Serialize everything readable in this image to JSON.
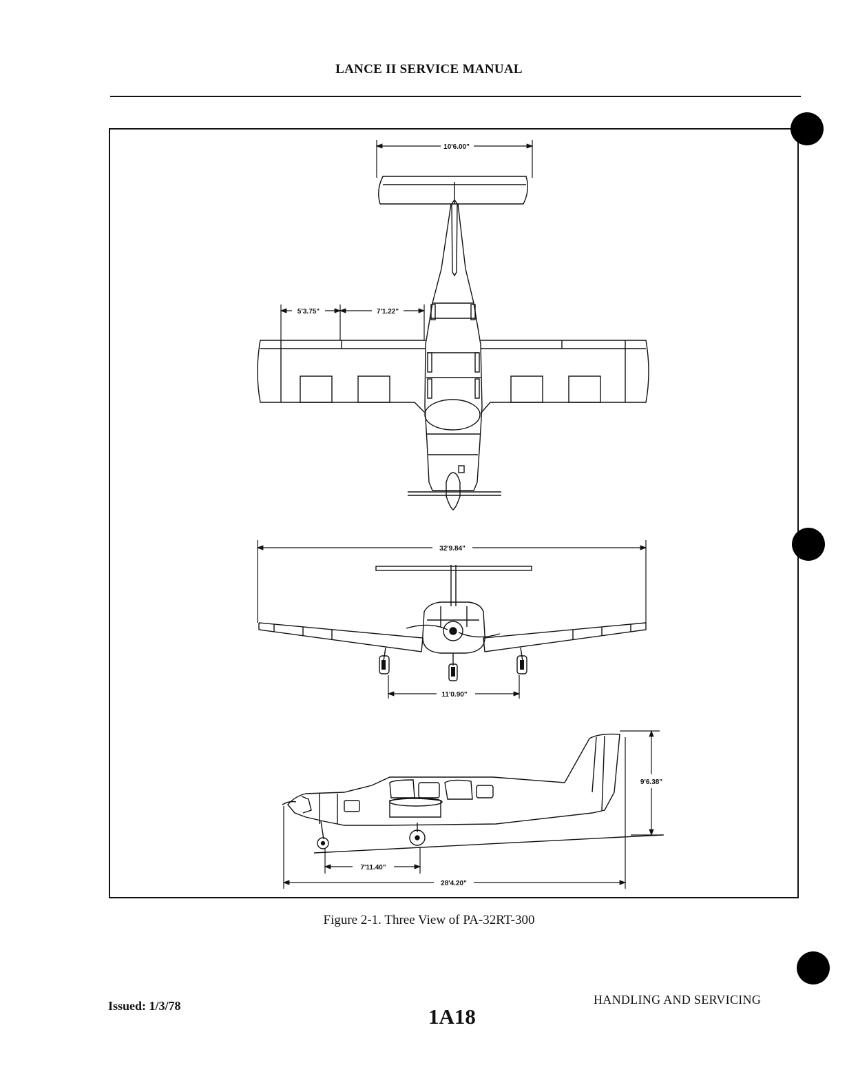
{
  "header": {
    "title": "LANCE II SERVICE MANUAL"
  },
  "figure": {
    "caption": "Figure 2-1.  Three View of PA-32RT-300",
    "dimensions": {
      "stabilizer_span": "10'6.00\"",
      "wing_tip_section": "5'3.75\"",
      "wing_inboard_section": "7'1.22\"",
      "wingspan": "32'9.84\"",
      "wheel_track": "11'0.90\"",
      "height": "9'6.38\"",
      "wheelbase": "7'11.40\"",
      "length": "28'4.20\""
    }
  },
  "footer": {
    "issued": "Issued: 1/3/78",
    "page_number": "1A18",
    "section": "HANDLING AND SERVICING"
  }
}
